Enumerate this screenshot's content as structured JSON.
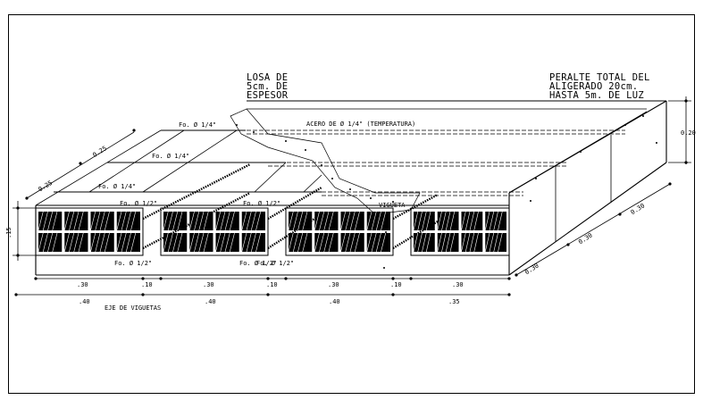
{
  "labels": {
    "losa": [
      "LOSA DE",
      "5cm. DE",
      "ESPESOR"
    ],
    "peralte": [
      "PERALTE TOTAL DEL",
      "ALIGERADO 20cm.",
      "HASTA 5m. DE LUZ"
    ],
    "acero_temp": "ACERO DE Ø 1/4\" (TEMPERATURA)",
    "fo_quarter": "Fo. Ø 1/4\"",
    "fo_half": "Fo. Ø 1/2\"",
    "vigueta": "VIGUETA",
    "eje": "EJE DE VIGUETAS"
  },
  "dims": {
    "slab_thickness": "0.20",
    "block_height": ".15",
    "top_025_a": "0.25",
    "top_025_b": "0.25",
    "bottom_block": ".30",
    "bottom_joist": ".10",
    "axis_040": ".40",
    "axis_035": ".35",
    "right_030": "0.30"
  }
}
